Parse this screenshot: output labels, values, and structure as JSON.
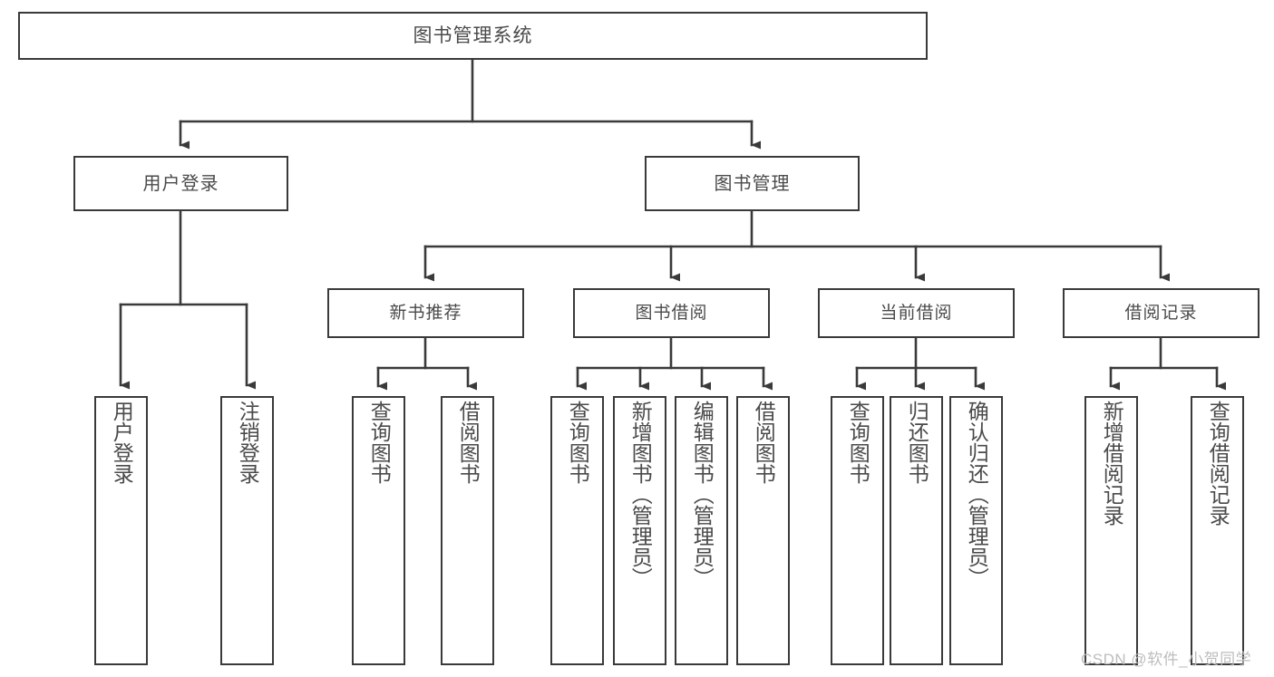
{
  "diagram": {
    "title": "图书管理系统",
    "type": "hierarchy-tree",
    "root": {
      "id": "root",
      "label": "图书管理系统"
    },
    "level2": [
      {
        "id": "user-login",
        "label": "用户登录"
      },
      {
        "id": "book-manage",
        "label": "图书管理"
      }
    ],
    "level3": [
      {
        "id": "new-book-rec",
        "label": "新书推荐",
        "parent": "book-manage"
      },
      {
        "id": "book-borrow",
        "label": "图书借阅",
        "parent": "book-manage"
      },
      {
        "id": "current-borrow",
        "label": "当前借阅",
        "parent": "book-manage"
      },
      {
        "id": "borrow-record",
        "label": "借阅记录",
        "parent": "book-manage"
      }
    ],
    "leaves": [
      {
        "id": "leaf-user-login",
        "label": "用户登录",
        "parent": "user-login"
      },
      {
        "id": "leaf-user-logout",
        "label": "注销登录",
        "parent": "user-login"
      },
      {
        "id": "leaf-rec-query",
        "label": "查询图书",
        "parent": "new-book-rec"
      },
      {
        "id": "leaf-rec-borrow",
        "label": "借阅图书",
        "parent": "new-book-rec"
      },
      {
        "id": "leaf-borrow-query",
        "label": "查询图书",
        "parent": "book-borrow"
      },
      {
        "id": "leaf-borrow-add",
        "label": "新增图书（管理员）",
        "parent": "book-borrow"
      },
      {
        "id": "leaf-borrow-edit",
        "label": "编辑图书（管理员）",
        "parent": "book-borrow"
      },
      {
        "id": "leaf-borrow-lend",
        "label": "借阅图书",
        "parent": "book-borrow"
      },
      {
        "id": "leaf-cur-query",
        "label": "查询图书",
        "parent": "current-borrow"
      },
      {
        "id": "leaf-cur-return",
        "label": "归还图书",
        "parent": "current-borrow"
      },
      {
        "id": "leaf-cur-confirm",
        "label": "确认归还（管理员）",
        "parent": "current-borrow"
      },
      {
        "id": "leaf-rec-add",
        "label": "新增借阅记录",
        "parent": "borrow-record"
      },
      {
        "id": "leaf-rec-search",
        "label": "查询借阅记录",
        "parent": "borrow-record"
      }
    ]
  },
  "watermark": {
    "text": "CSDN @软件_小贺同学"
  },
  "colors": {
    "background": "#ffffff",
    "box_border": "#3a3a3a",
    "text": "#4a4a4a",
    "connector": "#3a3a3a",
    "watermark": "#bdbdbd"
  }
}
